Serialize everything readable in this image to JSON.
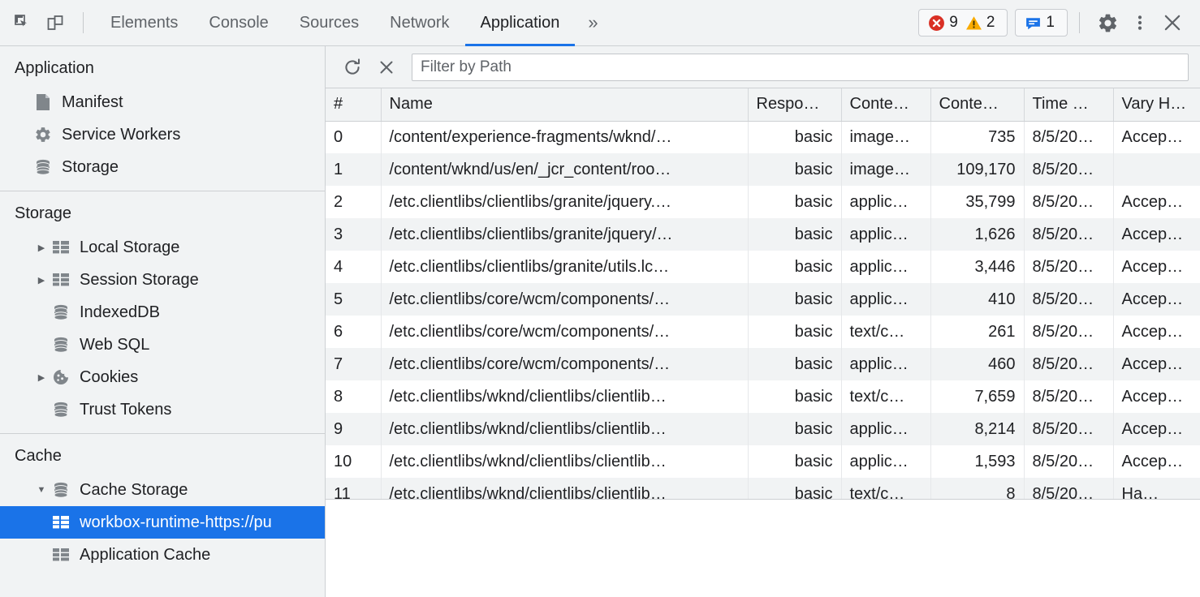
{
  "toolbar": {
    "inspect_icon": "inspect-element-icon",
    "device_icon": "device-toolbar-icon",
    "tabs": [
      {
        "label": "Elements",
        "active": false
      },
      {
        "label": "Console",
        "active": false
      },
      {
        "label": "Sources",
        "active": false
      },
      {
        "label": "Network",
        "active": false
      },
      {
        "label": "Application",
        "active": true
      }
    ],
    "more_tabs_label": "»",
    "errors_count": "9",
    "warnings_count": "2",
    "messages_count": "1",
    "settings_icon": "gear-icon",
    "more_icon": "kebab-menu-icon",
    "close_icon": "close-icon",
    "accent_color": "#1a73e8",
    "error_color": "#d93025",
    "warning_color": "#f9ab00",
    "message_color": "#1a73e8"
  },
  "sidebar": {
    "groups": [
      {
        "title": "Application",
        "items": [
          {
            "label": "Manifest",
            "icon": "manifest-document-icon",
            "twisty": "none",
            "indent": 1,
            "selected": false
          },
          {
            "label": "Service Workers",
            "icon": "gear-icon",
            "twisty": "none",
            "indent": 1,
            "selected": false
          },
          {
            "label": "Storage",
            "icon": "database-icon",
            "twisty": "none",
            "indent": 1,
            "selected": false
          }
        ]
      },
      {
        "title": "Storage",
        "items": [
          {
            "label": "Local Storage",
            "icon": "table-icon",
            "twisty": "collapsed",
            "indent": 1,
            "selected": false
          },
          {
            "label": "Session Storage",
            "icon": "table-icon",
            "twisty": "collapsed",
            "indent": 1,
            "selected": false
          },
          {
            "label": "IndexedDB",
            "icon": "database-icon",
            "twisty": "none",
            "indent": 1,
            "selected": false
          },
          {
            "label": "Web SQL",
            "icon": "database-icon",
            "twisty": "none",
            "indent": 1,
            "selected": false
          },
          {
            "label": "Cookies",
            "icon": "cookie-icon",
            "twisty": "collapsed",
            "indent": 1,
            "selected": false
          },
          {
            "label": "Trust Tokens",
            "icon": "database-icon",
            "twisty": "none",
            "indent": 1,
            "selected": false
          }
        ]
      },
      {
        "title": "Cache",
        "items": [
          {
            "label": "Cache Storage",
            "icon": "database-icon",
            "twisty": "expanded",
            "indent": 1,
            "selected": false
          },
          {
            "label": "workbox-runtime-https://pu",
            "icon": "table-icon",
            "twisty": "none",
            "indent": 2,
            "selected": true
          },
          {
            "label": "Application Cache",
            "icon": "table-icon",
            "twisty": "none",
            "indent": 1,
            "selected": false
          }
        ]
      }
    ]
  },
  "cache_toolbar": {
    "refresh_icon": "refresh-icon",
    "delete_icon": "delete-close-icon",
    "filter_placeholder": "Filter by Path",
    "filter_value": ""
  },
  "table": {
    "columns": [
      {
        "key": "index",
        "label": "#",
        "align": "left",
        "cls": "c-idx"
      },
      {
        "key": "name",
        "label": "Name",
        "align": "left",
        "cls": "c-name"
      },
      {
        "key": "response_type",
        "label": "Respo…",
        "align": "right",
        "cls": "c-resp"
      },
      {
        "key": "content_type",
        "label": "Conte…",
        "align": "left",
        "cls": "c-ctype"
      },
      {
        "key": "content_length",
        "label": "Conte…",
        "align": "right",
        "cls": "c-clen"
      },
      {
        "key": "time_cached",
        "label": "Time …",
        "align": "left",
        "cls": "c-time"
      },
      {
        "key": "vary_header",
        "label": "Vary H…",
        "align": "left",
        "cls": "c-vary"
      }
    ],
    "rows": [
      {
        "index": "0",
        "name": "/content/experience-fragments/wknd/…",
        "response_type": "basic",
        "content_type": "image…",
        "content_length": "735",
        "time_cached": "8/5/20…",
        "vary_header": "Accep…"
      },
      {
        "index": "1",
        "name": "/content/wknd/us/en/_jcr_content/roo…",
        "response_type": "basic",
        "content_type": "image…",
        "content_length": "109,170",
        "time_cached": "8/5/20…",
        "vary_header": ""
      },
      {
        "index": "2",
        "name": "/etc.clientlibs/clientlibs/granite/jquery.…",
        "response_type": "basic",
        "content_type": "applic…",
        "content_length": "35,799",
        "time_cached": "8/5/20…",
        "vary_header": "Accep…"
      },
      {
        "index": "3",
        "name": "/etc.clientlibs/clientlibs/granite/jquery/…",
        "response_type": "basic",
        "content_type": "applic…",
        "content_length": "1,626",
        "time_cached": "8/5/20…",
        "vary_header": "Accep…"
      },
      {
        "index": "4",
        "name": "/etc.clientlibs/clientlibs/granite/utils.lc…",
        "response_type": "basic",
        "content_type": "applic…",
        "content_length": "3,446",
        "time_cached": "8/5/20…",
        "vary_header": "Accep…"
      },
      {
        "index": "5",
        "name": "/etc.clientlibs/core/wcm/components/…",
        "response_type": "basic",
        "content_type": "applic…",
        "content_length": "410",
        "time_cached": "8/5/20…",
        "vary_header": "Accep…"
      },
      {
        "index": "6",
        "name": "/etc.clientlibs/core/wcm/components/…",
        "response_type": "basic",
        "content_type": "text/c…",
        "content_length": "261",
        "time_cached": "8/5/20…",
        "vary_header": "Accep…"
      },
      {
        "index": "7",
        "name": "/etc.clientlibs/core/wcm/components/…",
        "response_type": "basic",
        "content_type": "applic…",
        "content_length": "460",
        "time_cached": "8/5/20…",
        "vary_header": "Accep…"
      },
      {
        "index": "8",
        "name": "/etc.clientlibs/wknd/clientlibs/clientlib…",
        "response_type": "basic",
        "content_type": "text/c…",
        "content_length": "7,659",
        "time_cached": "8/5/20…",
        "vary_header": "Accep…"
      },
      {
        "index": "9",
        "name": "/etc.clientlibs/wknd/clientlibs/clientlib…",
        "response_type": "basic",
        "content_type": "applic…",
        "content_length": "8,214",
        "time_cached": "8/5/20…",
        "vary_header": "Accep…"
      },
      {
        "index": "10",
        "name": "/etc.clientlibs/wknd/clientlibs/clientlib…",
        "response_type": "basic",
        "content_type": "applic…",
        "content_length": "1,593",
        "time_cached": "8/5/20…",
        "vary_header": "Accep…"
      },
      {
        "index": "11",
        "name": "/etc.clientlibs/wknd/clientlibs/clientlib…",
        "response_type": "basic",
        "content_type": "text/c…",
        "content_length": "8",
        "time_cached": "8/5/20…",
        "vary_header": "Ha…"
      }
    ]
  }
}
